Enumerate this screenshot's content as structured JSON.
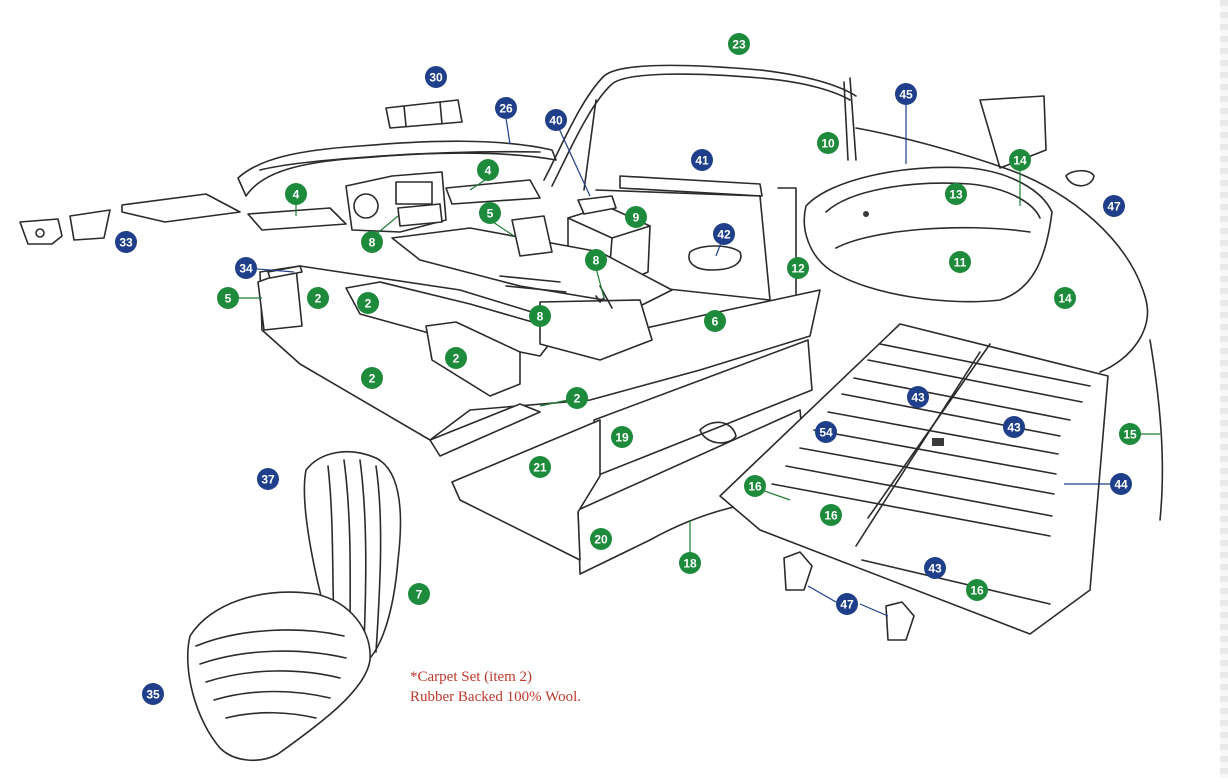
{
  "colors": {
    "green": "#1e8a3c",
    "blue": "#1f3f8a",
    "note": "#c0392b",
    "line": "#2b2b2b"
  },
  "note": {
    "line1": "*Carpet Set (item 2)",
    "line2": "Rubber Backed 100% Wool."
  },
  "callouts": [
    {
      "label": "23",
      "color": "green"
    },
    {
      "label": "30",
      "color": "blue"
    },
    {
      "label": "26",
      "color": "blue"
    },
    {
      "label": "40",
      "color": "blue"
    },
    {
      "label": "41",
      "color": "blue"
    },
    {
      "label": "10",
      "color": "green"
    },
    {
      "label": "45",
      "color": "blue"
    },
    {
      "label": "14",
      "color": "green"
    },
    {
      "label": "13",
      "color": "green"
    },
    {
      "label": "47",
      "color": "blue"
    },
    {
      "label": "4",
      "color": "green"
    },
    {
      "label": "4",
      "color": "green"
    },
    {
      "label": "5",
      "color": "green"
    },
    {
      "label": "9",
      "color": "green"
    },
    {
      "label": "42",
      "color": "blue"
    },
    {
      "label": "8",
      "color": "green"
    },
    {
      "label": "8",
      "color": "green"
    },
    {
      "label": "33",
      "color": "blue"
    },
    {
      "label": "34",
      "color": "blue"
    },
    {
      "label": "5",
      "color": "green"
    },
    {
      "label": "2",
      "color": "green"
    },
    {
      "label": "2",
      "color": "green"
    },
    {
      "label": "8",
      "color": "green"
    },
    {
      "label": "6",
      "color": "green"
    },
    {
      "label": "12",
      "color": "green"
    },
    {
      "label": "11",
      "color": "green"
    },
    {
      "label": "14",
      "color": "green"
    },
    {
      "label": "2",
      "color": "green"
    },
    {
      "label": "2",
      "color": "green"
    },
    {
      "label": "2",
      "color": "green"
    },
    {
      "label": "43",
      "color": "blue"
    },
    {
      "label": "43",
      "color": "blue"
    },
    {
      "label": "54",
      "color": "blue"
    },
    {
      "label": "19",
      "color": "green"
    },
    {
      "label": "21",
      "color": "green"
    },
    {
      "label": "15",
      "color": "green"
    },
    {
      "label": "37",
      "color": "blue"
    },
    {
      "label": "16",
      "color": "green"
    },
    {
      "label": "44",
      "color": "blue"
    },
    {
      "label": "16",
      "color": "green"
    },
    {
      "label": "20",
      "color": "green"
    },
    {
      "label": "18",
      "color": "green"
    },
    {
      "label": "7",
      "color": "green"
    },
    {
      "label": "43",
      "color": "blue"
    },
    {
      "label": "16",
      "color": "green"
    },
    {
      "label": "47",
      "color": "blue"
    },
    {
      "label": "35",
      "color": "blue"
    }
  ]
}
